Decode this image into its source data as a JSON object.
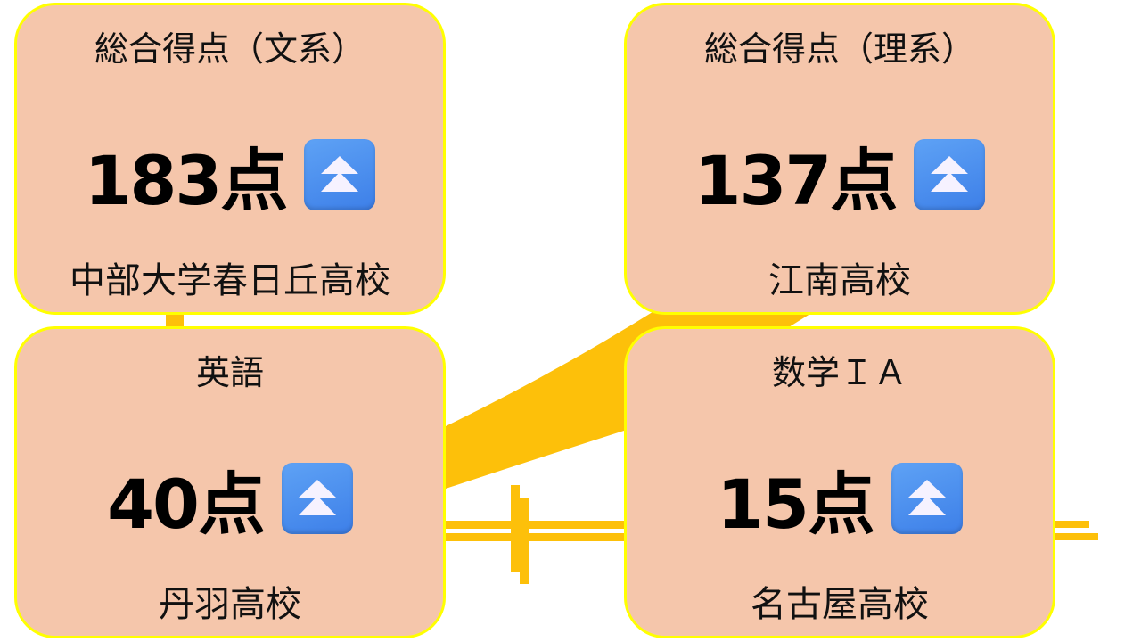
{
  "cards": [
    {
      "title": "総合得点（文系）",
      "score": "183点",
      "school": "中部大学春日丘高校",
      "icon": "double-up-arrow-icon"
    },
    {
      "title": "総合得点（理系）",
      "score": "137点",
      "school": "江南高校",
      "icon": "double-up-arrow-icon"
    },
    {
      "title": "英語",
      "score": "40点",
      "school": "丹羽高校",
      "icon": "double-up-arrow-icon"
    },
    {
      "title": "数学ＩＡ",
      "score": "15点",
      "school": "名古屋高校",
      "icon": "double-up-arrow-icon"
    }
  ],
  "colors": {
    "card": "#f5c6ab",
    "border": "#ffff00",
    "accent": "#fdc00a",
    "icon": "#4a8ff0"
  }
}
